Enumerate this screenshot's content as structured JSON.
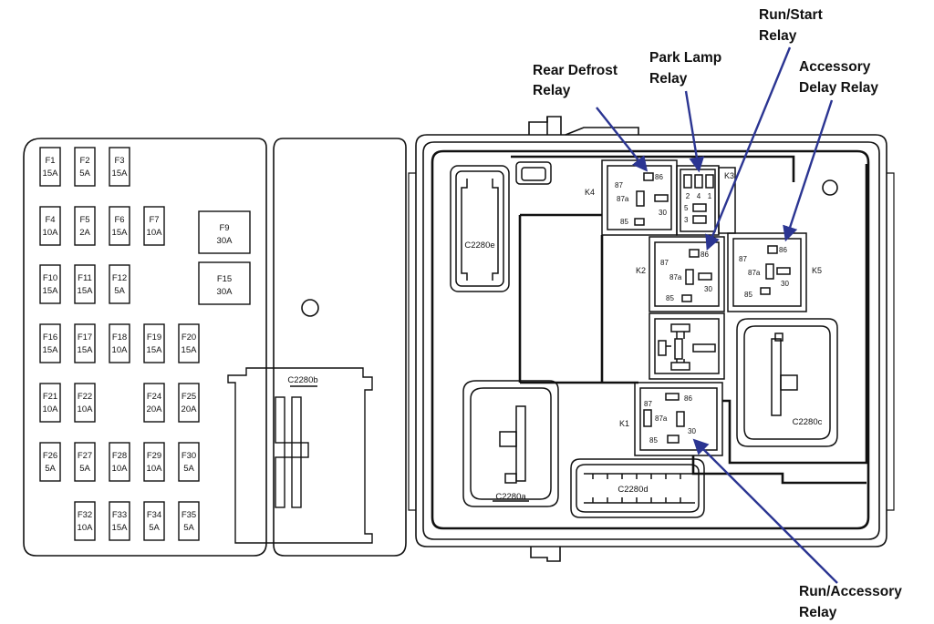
{
  "fuses": [
    {
      "id": "F1",
      "rating": "15A"
    },
    {
      "id": "F2",
      "rating": "5A"
    },
    {
      "id": "F3",
      "rating": "15A"
    },
    {
      "id": "F4",
      "rating": "10A"
    },
    {
      "id": "F5",
      "rating": "2A"
    },
    {
      "id": "F6",
      "rating": "15A"
    },
    {
      "id": "F7",
      "rating": "10A"
    },
    {
      "id": "F9",
      "rating": "30A"
    },
    {
      "id": "F10",
      "rating": "15A"
    },
    {
      "id": "F11",
      "rating": "15A"
    },
    {
      "id": "F12",
      "rating": "5A"
    },
    {
      "id": "F15",
      "rating": "30A"
    },
    {
      "id": "F16",
      "rating": "15A"
    },
    {
      "id": "F17",
      "rating": "15A"
    },
    {
      "id": "F18",
      "rating": "10A"
    },
    {
      "id": "F19",
      "rating": "15A"
    },
    {
      "id": "F20",
      "rating": "15A"
    },
    {
      "id": "F21",
      "rating": "10A"
    },
    {
      "id": "F22",
      "rating": "10A"
    },
    {
      "id": "F24",
      "rating": "20A"
    },
    {
      "id": "F25",
      "rating": "20A"
    },
    {
      "id": "F26",
      "rating": "5A"
    },
    {
      "id": "F27",
      "rating": "5A"
    },
    {
      "id": "F28",
      "rating": "10A"
    },
    {
      "id": "F29",
      "rating": "10A"
    },
    {
      "id": "F30",
      "rating": "5A"
    },
    {
      "id": "F32",
      "rating": "10A"
    },
    {
      "id": "F33",
      "rating": "15A"
    },
    {
      "id": "F34",
      "rating": "5A"
    },
    {
      "id": "F35",
      "rating": "5A"
    }
  ],
  "connectors": {
    "c2280a": "C2280a",
    "c2280b": "C2280b",
    "c2280c": "C2280c",
    "c2280d": "C2280d",
    "c2280e": "C2280e"
  },
  "relays": {
    "k1": "K1",
    "k2": "K2",
    "k3": "K3",
    "k4": "K4",
    "k5": "K5"
  },
  "relay_pins": {
    "p85": "85",
    "p86": "86",
    "p87": "87",
    "p87a": "87a",
    "p30": "30"
  },
  "k3_pins": {
    "p1": "1",
    "p2": "2",
    "p3": "3",
    "p4": "4",
    "p5": "5"
  },
  "callouts": {
    "rear_defrost": [
      "Rear Defrost",
      "Relay"
    ],
    "park_lamp": [
      "Park Lamp",
      "Relay"
    ],
    "run_start": [
      "Run/Start",
      "Relay"
    ],
    "accessory_delay": [
      "Accessory",
      "Delay Relay"
    ],
    "run_accessory": [
      "Run/Accessory",
      "Relay"
    ]
  },
  "colors": {
    "line": "#111111",
    "arrow": "#2b3592"
  }
}
